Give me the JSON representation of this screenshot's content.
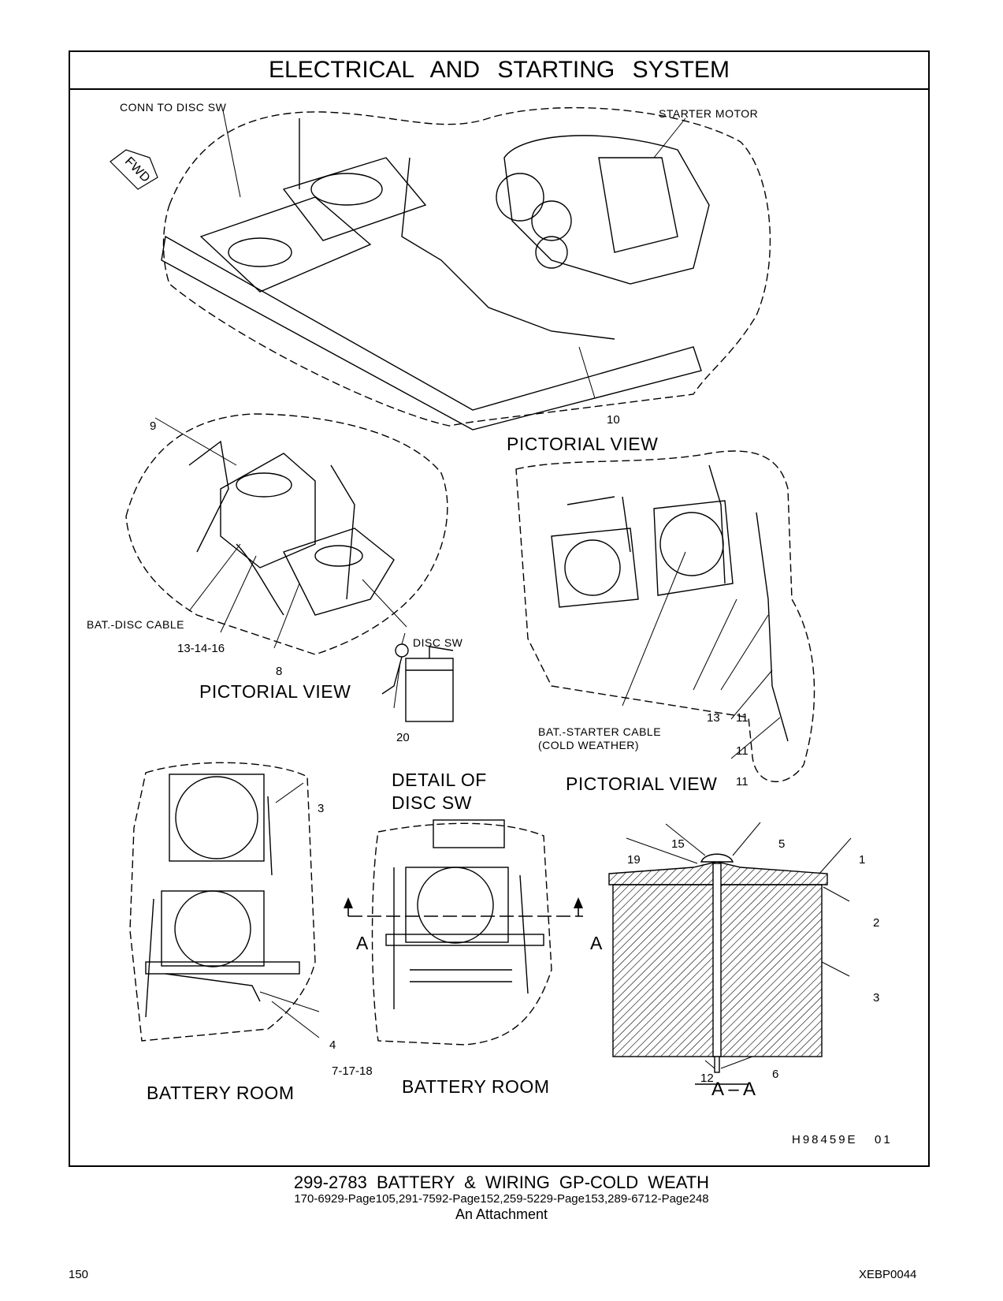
{
  "header": {
    "title": "ELECTRICAL AND STARTING SYSTEM"
  },
  "views": {
    "pictorial_top": "PICTORIAL VIEW",
    "pictorial_left": "PICTORIAL VIEW",
    "pictorial_right": "PICTORIAL VIEW",
    "detail": [
      "DETAIL OF",
      "DISC SW"
    ],
    "battery_room_left": "BATTERY ROOM",
    "battery_room_mid": "BATTERY ROOM",
    "section": "A – A",
    "section_mark": "A"
  },
  "callouts": {
    "conn_to_disc_sw": "CONN TO DISC SW",
    "starter_motor": "STARTER MOTOR",
    "fwd": "FWD",
    "bat_disc_cable": "BAT.-DISC CABLE",
    "disc_sw": "DISC SW",
    "bat_starter_cable": [
      "BAT.-STARTER CABLE",
      "(COLD WEATHER)"
    ],
    "n1": "1",
    "n2": "2",
    "n3": "3",
    "n4": "4",
    "n5": "5",
    "n6": "6",
    "n7_17_18": "7-17-18",
    "n8": "8",
    "n9": "9",
    "n10": "10",
    "n11": "11",
    "n12": "12",
    "n13": "13",
    "n13_14_16": "13-14-16",
    "n15": "15",
    "n19": "19",
    "n20": "20"
  },
  "drawing_id": "H98459E   01",
  "caption": {
    "line1": "299-2783  BATTERY & WIRING GP-COLD WEATH",
    "line2": "170-6929-Page105,291-7592-Page152,259-5229-Page153,289-6712-Page248",
    "line3": "An Attachment"
  },
  "footer": {
    "page_number": "150",
    "doc_code": "XEBP0044"
  }
}
